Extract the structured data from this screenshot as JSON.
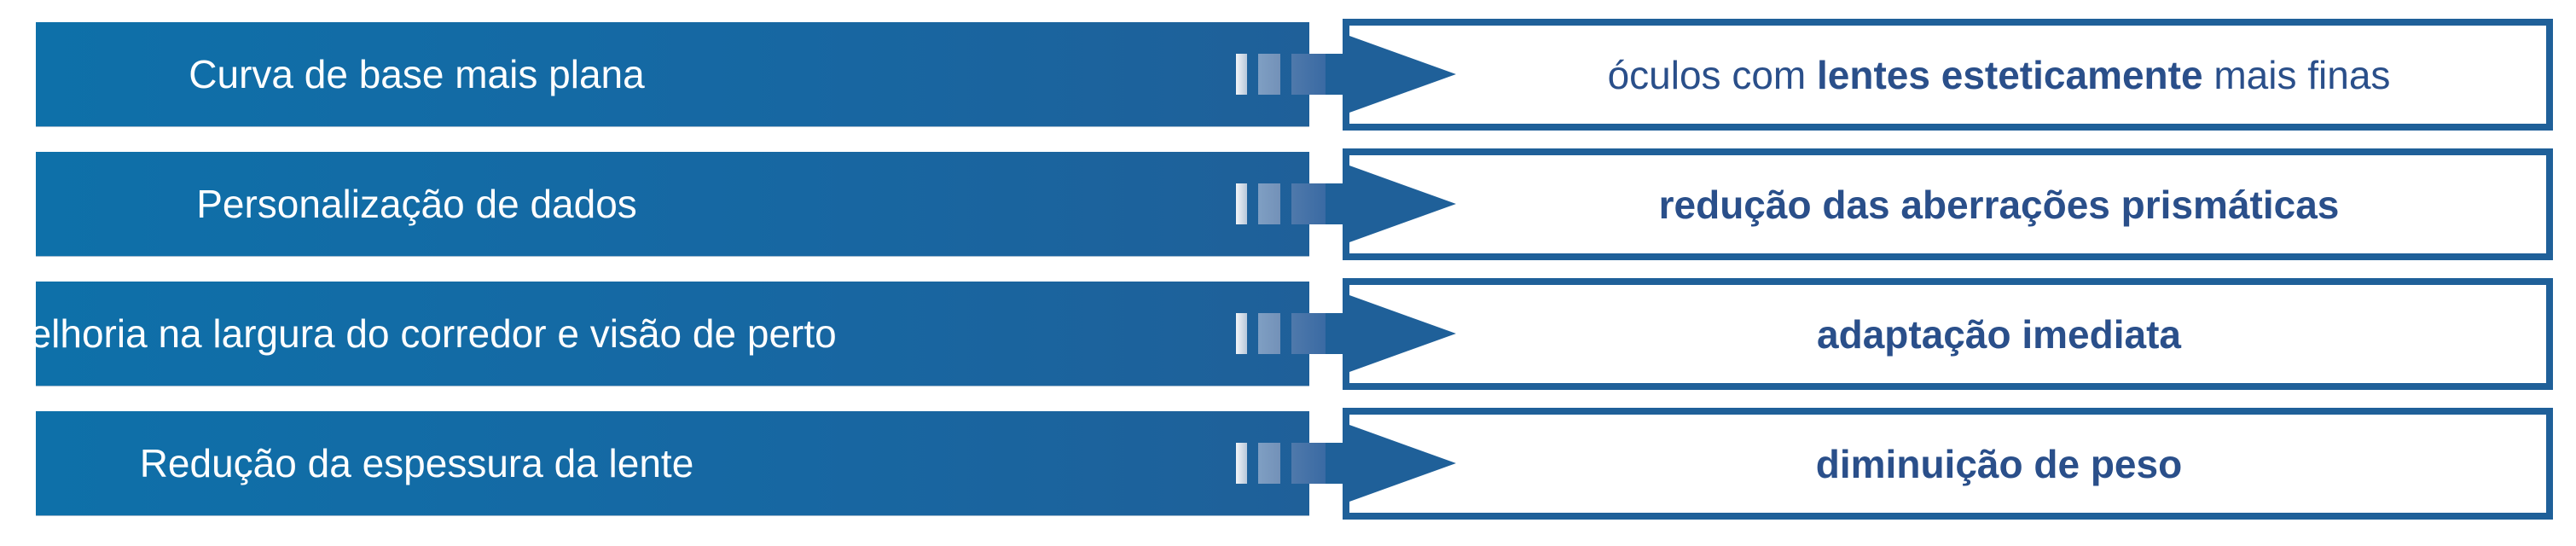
{
  "rows": [
    {
      "cause": "Curva de base mais plana",
      "effect_pre": "óculos com ",
      "effect_bold": "lentes esteticamente",
      "effect_post": " mais finas"
    },
    {
      "cause": "Personalização de dados",
      "effect_pre": "",
      "effect_bold": "redução das aberrações prismáticas",
      "effect_post": ""
    },
    {
      "cause": "Melhoria na largura do corredor e visão de perto",
      "effect_pre": "",
      "effect_bold": "adaptação imediata",
      "effect_post": ""
    },
    {
      "cause": "Redução da espessura da lente",
      "effect_pre": "",
      "effect_bold": "diminuição de peso",
      "effect_post": ""
    }
  ],
  "colors": {
    "primary": "#1f6099",
    "text": "#2a4f8a"
  }
}
